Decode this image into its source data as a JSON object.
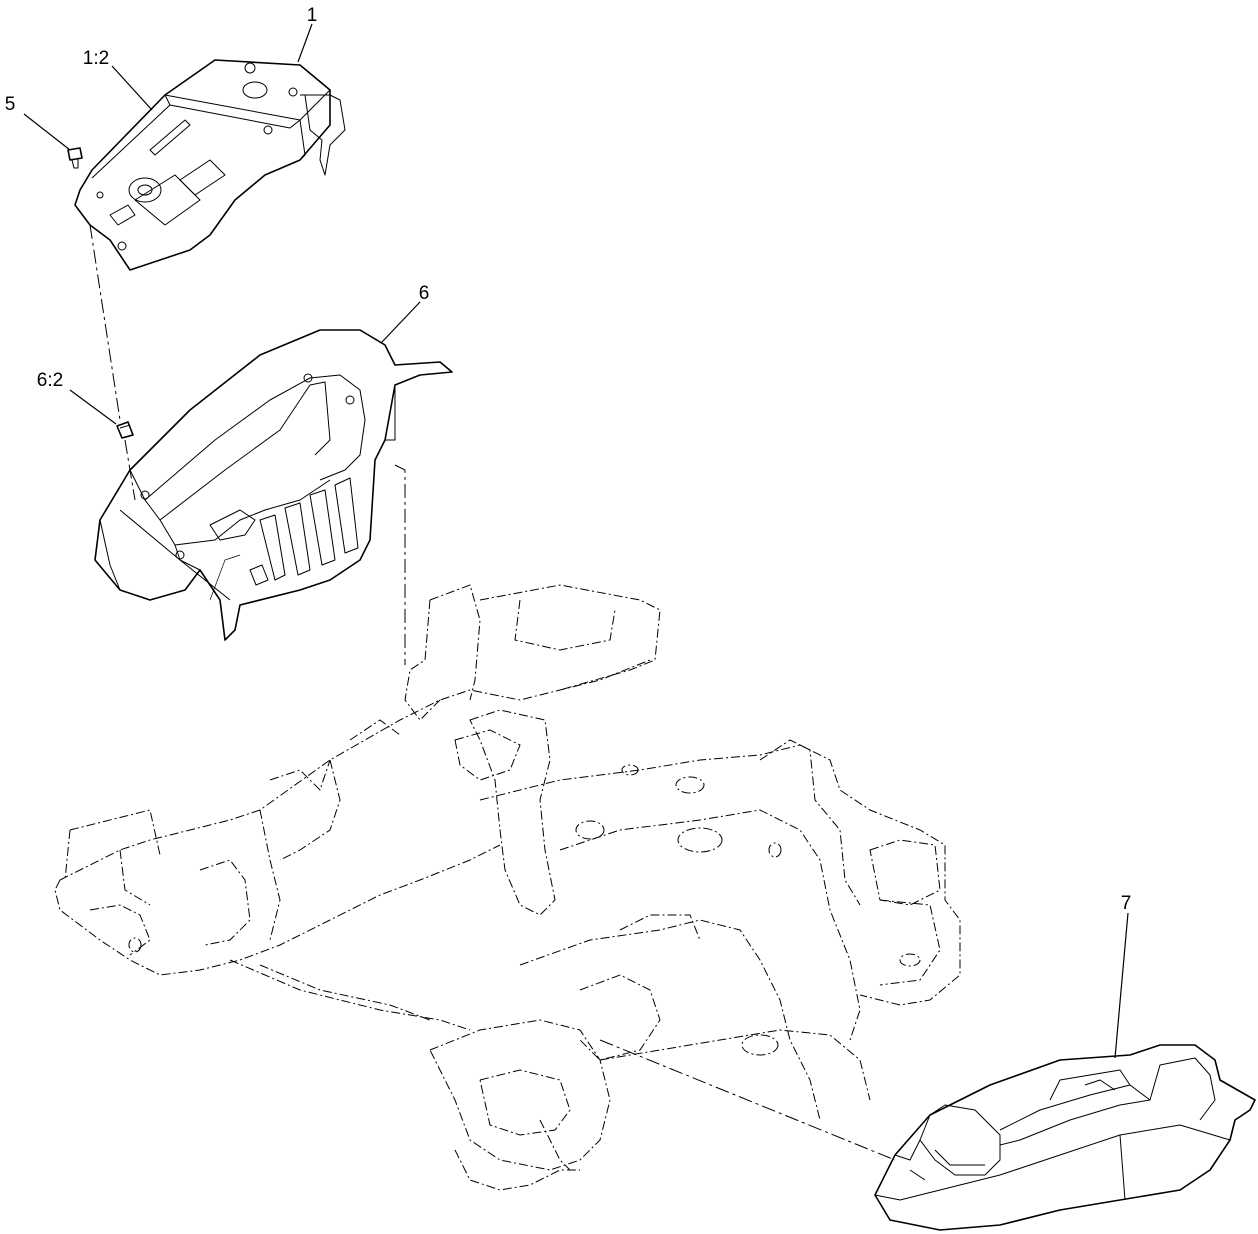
{
  "callouts": [
    {
      "label": "1"
    },
    {
      "label": "1:2"
    },
    {
      "label": "5"
    },
    {
      "label": "6"
    },
    {
      "label": "6:2"
    },
    {
      "label": "7"
    }
  ],
  "colors": {
    "line": "#000000",
    "background": "#ffffff"
  }
}
